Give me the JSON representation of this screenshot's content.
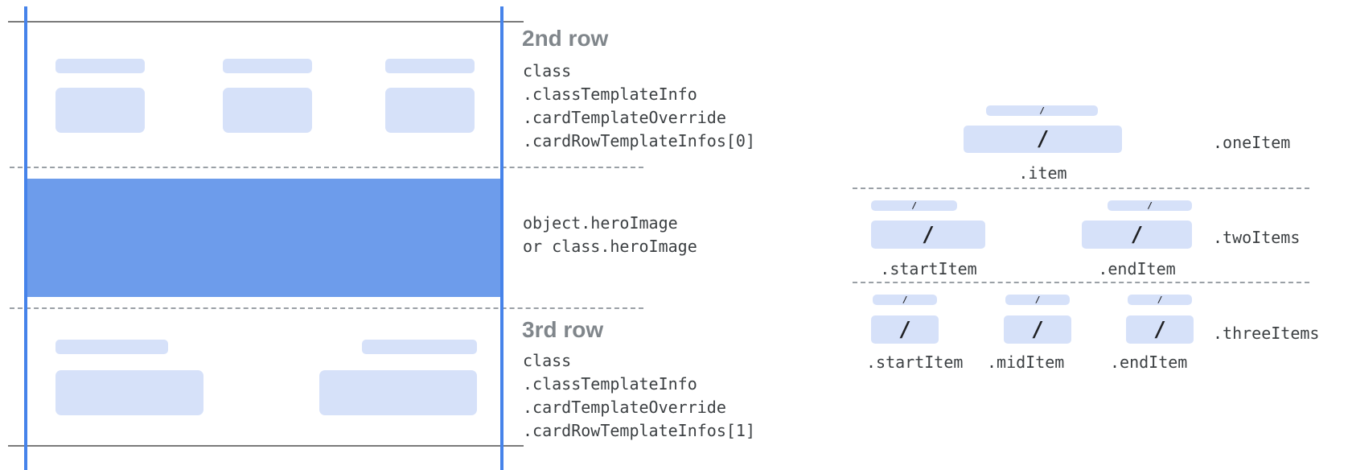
{
  "glyph": {
    "slash": "/"
  },
  "colors": {
    "guide_blue": "#4683ea",
    "hero_blue": "#6d9ceb",
    "placeholder_blue": "#d6e1f9",
    "heading_gray": "#80868b",
    "code_gray": "#3c4043"
  },
  "left_card": {
    "row2": {
      "heading": "2nd row",
      "code_lines": [
        "class",
        ".classTemplateInfo",
        ".cardTemplateOverride",
        ".cardRowTemplateInfos[0]"
      ]
    },
    "hero": {
      "code_lines": [
        "object.heroImage",
        "or class.heroImage"
      ]
    },
    "row3": {
      "heading": "3rd row",
      "code_lines": [
        "class",
        ".classTemplateInfo",
        ".cardTemplateOverride",
        ".cardRowTemplateInfos[1]"
      ]
    }
  },
  "item_layouts": {
    "one_item": {
      "name": ".oneItem",
      "items": [
        ".item"
      ]
    },
    "two_items": {
      "name": ".twoItems",
      "items": [
        ".startItem",
        ".endItem"
      ]
    },
    "three_items": {
      "name": ".threeItems",
      "items": [
        ".startItem",
        ".midItem",
        ".endItem"
      ]
    }
  }
}
